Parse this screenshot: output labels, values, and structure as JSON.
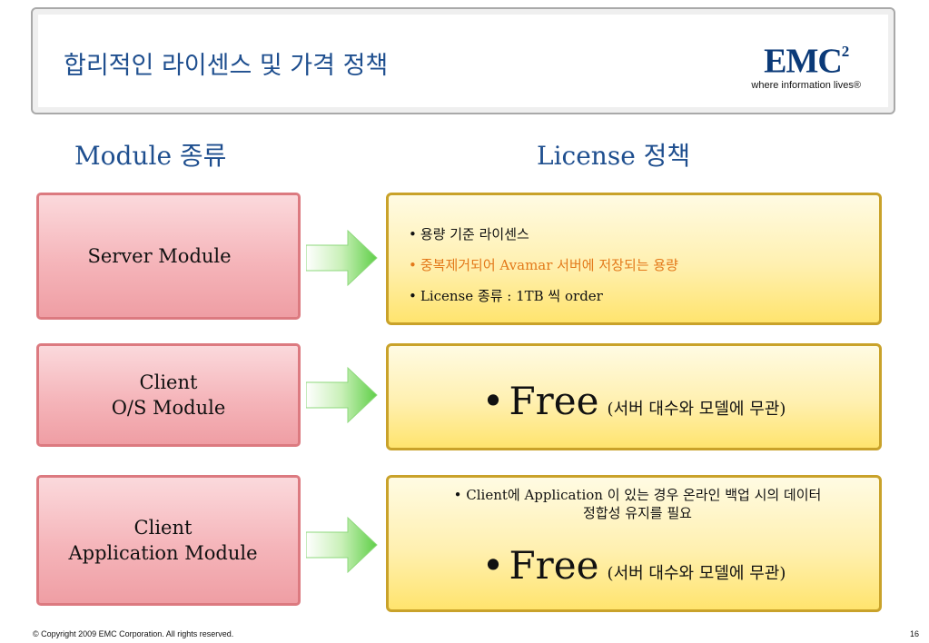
{
  "slide": {
    "title": "합리적인 라이센스 및 가격 정책",
    "logo": {
      "mark": "EMC",
      "superscript": "2",
      "tagline": "where information lives®"
    },
    "columns": {
      "left": "Module 종류",
      "right": "License 정책"
    }
  },
  "modules": [
    {
      "label_lines": [
        "Server Module"
      ]
    },
    {
      "label_lines": [
        "Client",
        "O/S Module"
      ]
    },
    {
      "label_lines": [
        "Client",
        "Application Module"
      ]
    }
  ],
  "policies": {
    "server": [
      {
        "bullet": "•",
        "text": "용량 기준 라이센스"
      },
      {
        "bullet": "•",
        "text": "중복제거되어 Avamar 서버에 저장되는 용량",
        "color": "#e3791a"
      },
      {
        "bullet": "•",
        "text": "License 종류 :  1TB 씩 order"
      }
    ],
    "client_os": {
      "bullet": "•",
      "free": "Free",
      "note": "(서버 대수와 모델에 무관)"
    },
    "client_app": {
      "detail_line1": "• Client에 Application 이 있는 경우 온라인 백업 시의 데이터",
      "detail_line2": "정합성 유지를  필요",
      "bullet": "•",
      "free": "Free",
      "note": "(서버 대수와 모델에 무관)"
    }
  },
  "colors": {
    "title": "#1f4f8f",
    "module_border": "#dc7a80",
    "policy_border": "#c9a22a",
    "arrow": "#6fd05a",
    "highlight": "#e3791a"
  },
  "footer": {
    "copyright": "© Copyright 2009 EMC Corporation. All rights reserved.",
    "page": "16"
  }
}
